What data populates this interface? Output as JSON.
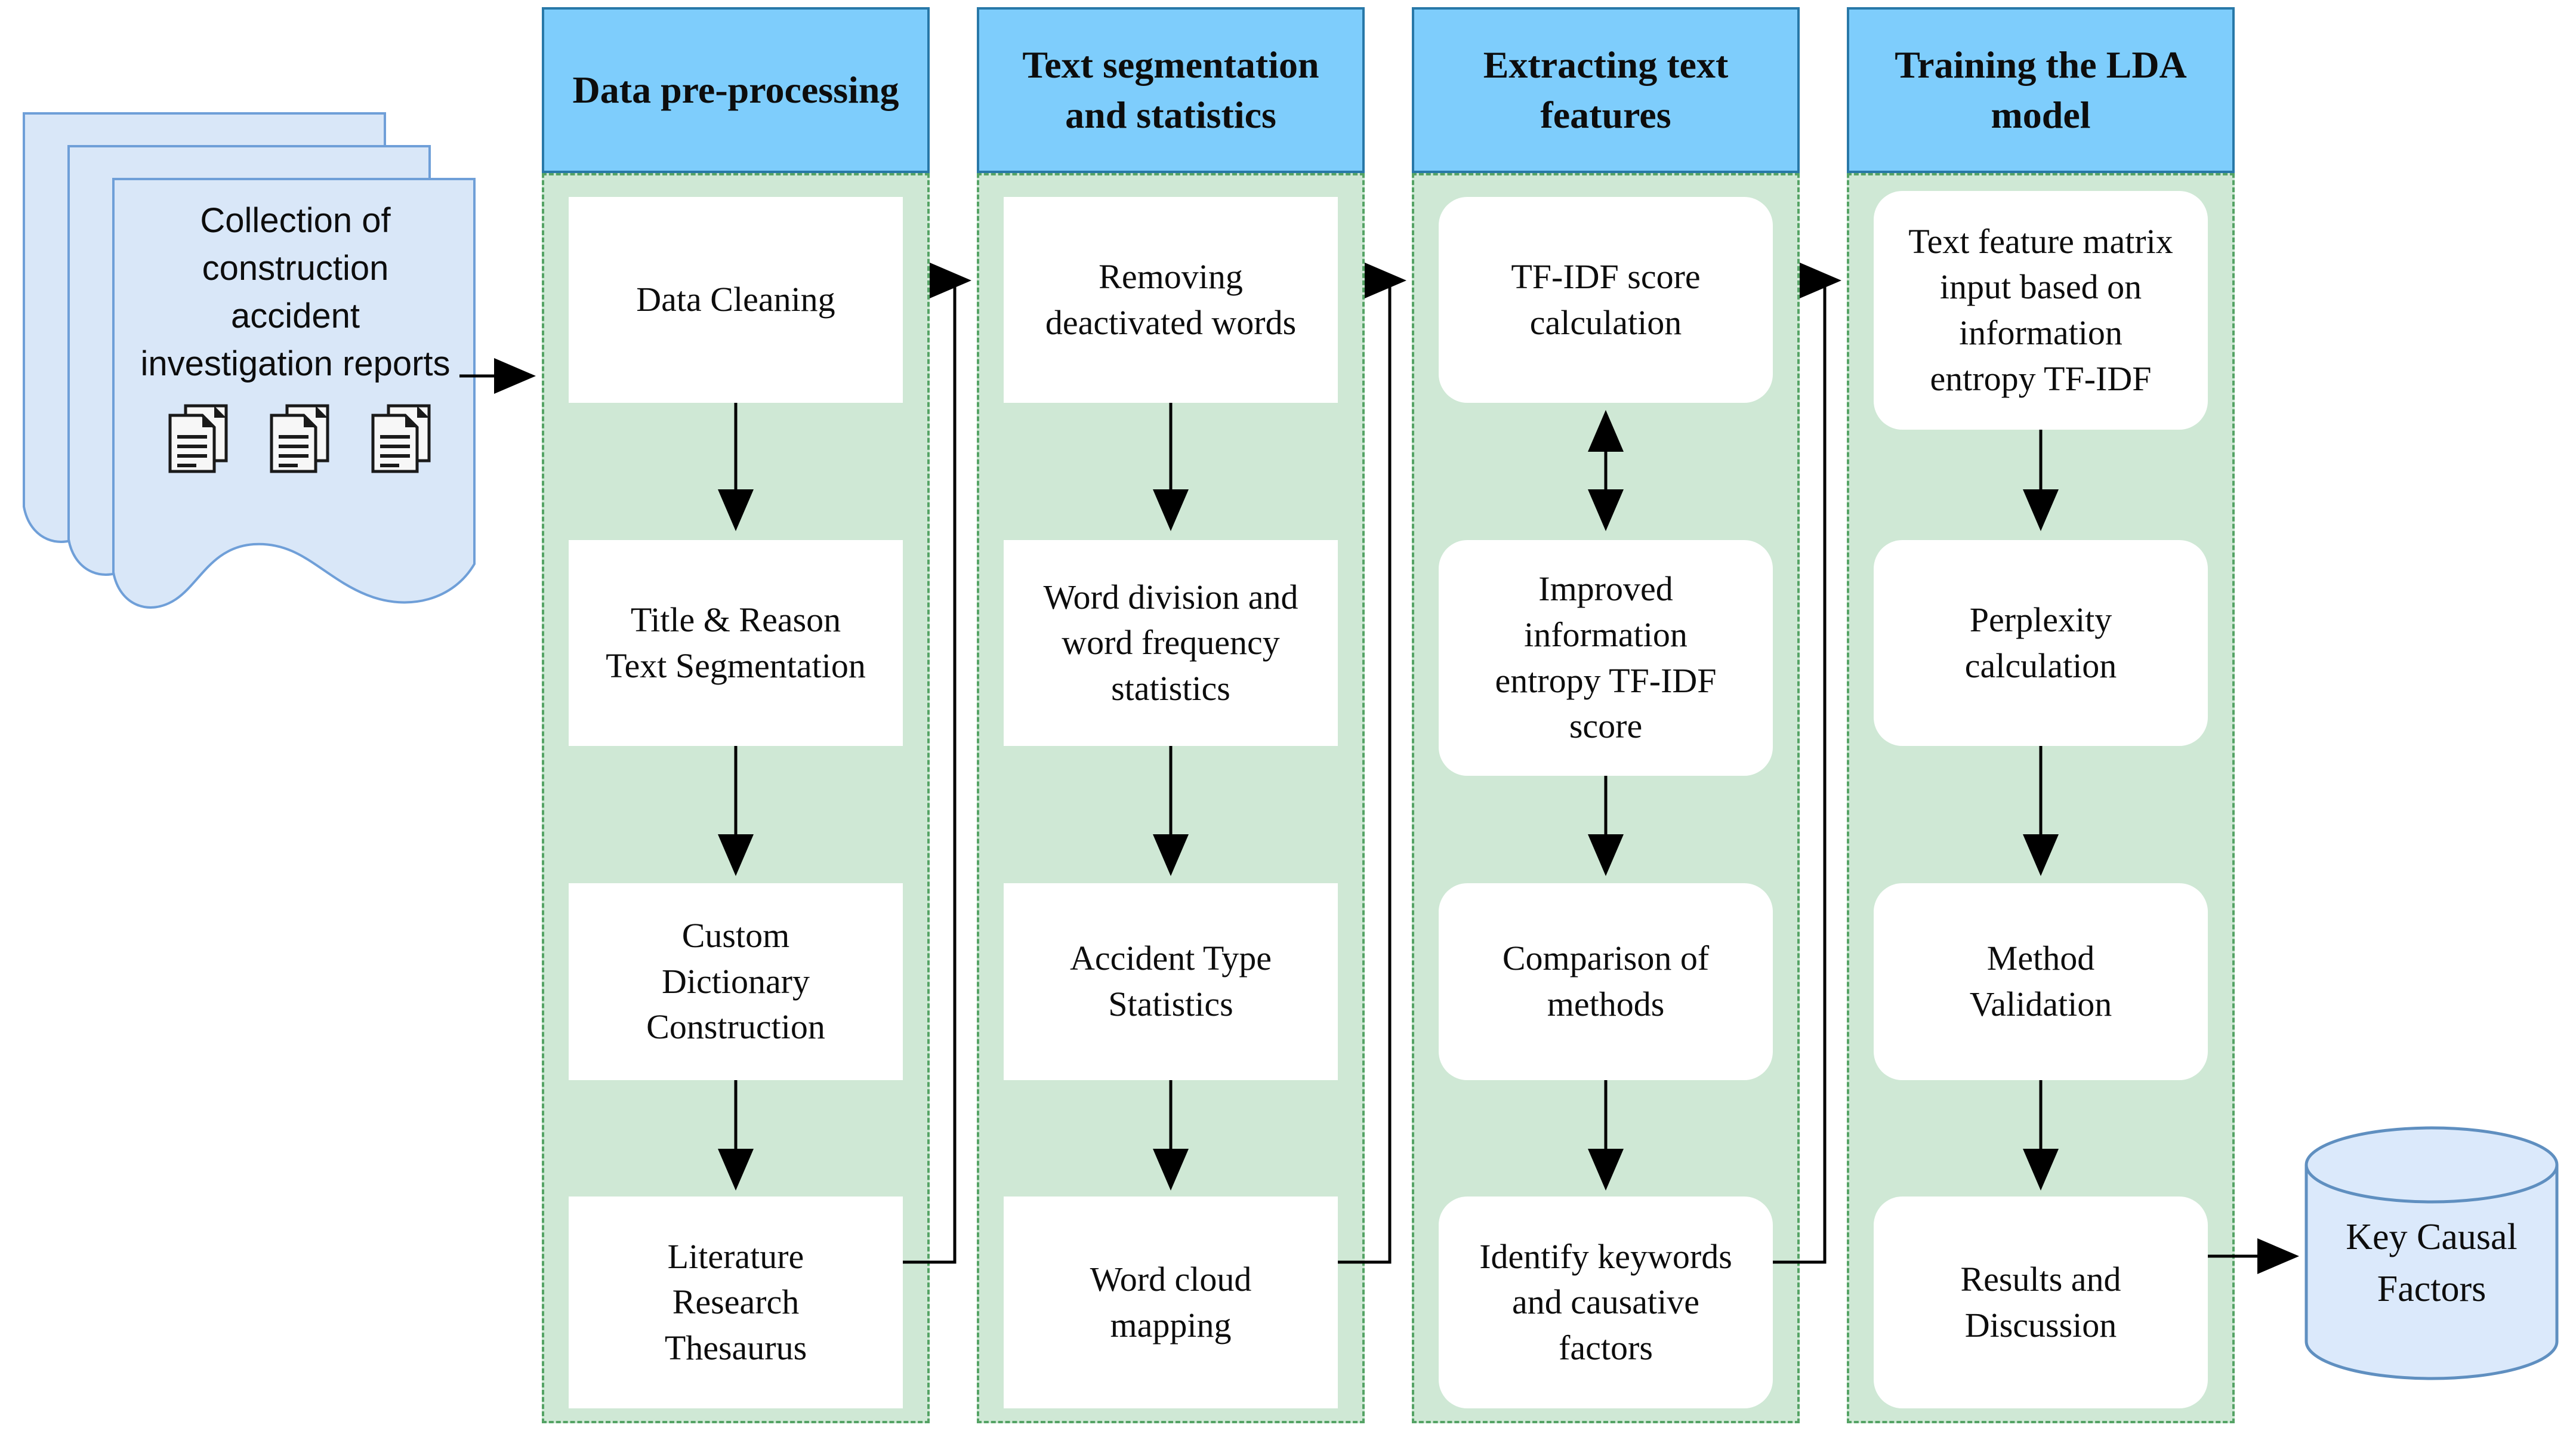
{
  "source": {
    "label": "Collection of\nconstruction\naccident\ninvestigation reports",
    "icon": "document-icon",
    "icon_count": 3
  },
  "columns": [
    {
      "title": "Data pre-processing",
      "steps": [
        "Data Cleaning",
        "Title & Reason\nText Segmentation",
        "Custom\nDictionary\nConstruction",
        "Literature\nResearch\nThesaurus"
      ]
    },
    {
      "title": "Text segmentation\nand statistics",
      "steps": [
        "Removing\ndeactivated words",
        "Word division and\nword frequency\nstatistics",
        "Accident Type\nStatistics",
        "Word cloud\nmapping"
      ]
    },
    {
      "title": "Extracting text\nfeatures",
      "steps": [
        "TF-IDF score\ncalculation",
        "Improved\ninformation\nentropy TF-IDF\nscore",
        "Comparison of\nmethods",
        "Identify keywords\nand causative\nfactors"
      ]
    },
    {
      "title": "Training the LDA\nmodel",
      "steps": [
        "Text feature matrix\ninput based on\ninformation\nentropy TF-IDF",
        "Perplexity\ncalculation",
        "Method\nValidation",
        "Results and\nDiscussion"
      ]
    }
  ],
  "output": {
    "label": "Key Causal\nFactors",
    "shape": "database-cylinder"
  },
  "colors": {
    "header_fill": "#7ecdfc",
    "header_border": "#2878a8",
    "panel_fill": "#cfe8d5",
    "panel_border": "#55a365",
    "box_fill": "#ffffff",
    "doc_fill": "#d9e7f8",
    "doc_border": "#6f9fd8",
    "cylinder_fill": "#dbe9fb",
    "cylinder_border": "#5f8fc0",
    "arrow": "#000000",
    "text": "#0d0d0d"
  }
}
